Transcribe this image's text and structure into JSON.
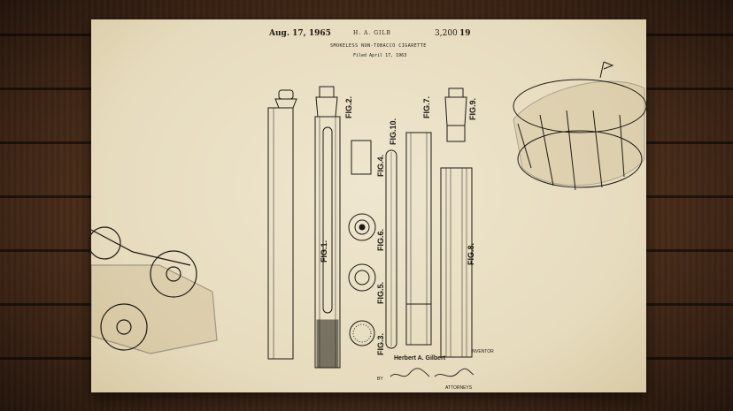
{
  "patent": {
    "date": "Aug. 17, 1965",
    "inventor_header": "H. A. GILB",
    "number": "3,200",
    "sheet": "19",
    "title": "SMOKELESS NON-TOBACCO CIGARETTE",
    "filed": "Filed April 17, 1963",
    "inventor_label": "INVENTOR",
    "inventor_name": "Herbert A. Gilbert",
    "by": "BY",
    "attorneys_label": "ATTORNEYS"
  },
  "figures": [
    "FIG.1.",
    "FIG.2.",
    "FIG.3.",
    "FIG.4.",
    "FIG.5.",
    "FIG.6.",
    "FIG.7.",
    "FIG.8.",
    "FIG.9.",
    "FIG.10."
  ],
  "colors": {
    "ink": "#1d1a14",
    "paper": "#e9dfc3",
    "wood": "#4a2c19"
  }
}
